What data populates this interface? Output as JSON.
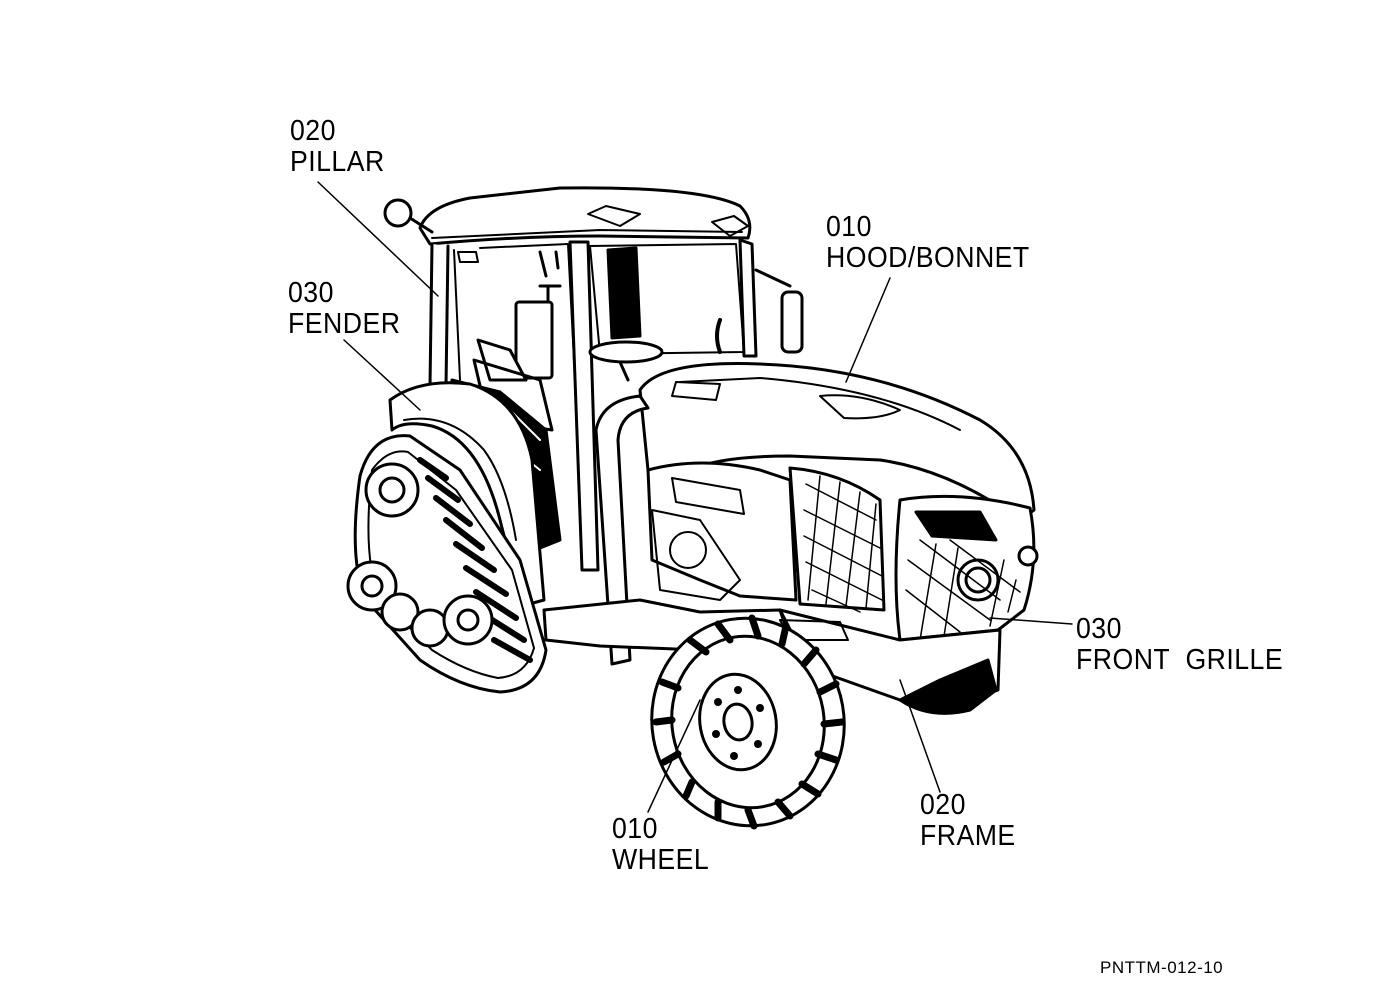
{
  "callouts": {
    "pillar": {
      "number": "020",
      "name": "PILLAR"
    },
    "fender": {
      "number": "030",
      "name": "FENDER"
    },
    "hood": {
      "number": "010",
      "name": "HOOD/BONNET"
    },
    "grille": {
      "number": "030",
      "name": "FRONT  GRILLE"
    },
    "frame": {
      "number": "020",
      "name": "FRAME"
    },
    "wheel": {
      "number": "010",
      "name": "WHEEL"
    }
  },
  "figure_code": "PNTTM-012-10",
  "colors": {
    "ink": "#000000",
    "paper": "#ffffff"
  }
}
